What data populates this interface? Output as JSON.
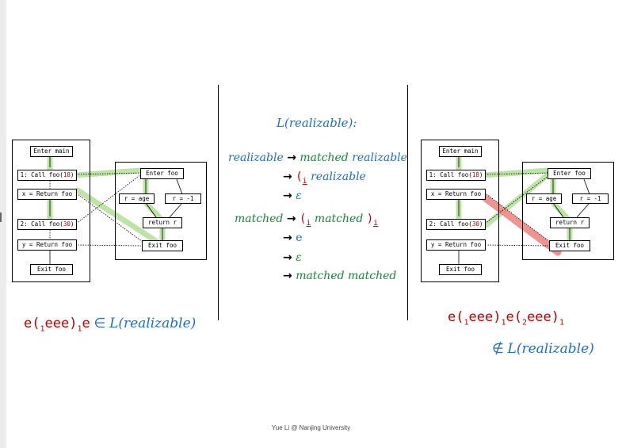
{
  "left_graph": {
    "enter_main": "Enter main",
    "call1_prefix": "1: Call foo(",
    "call1_arg": "18",
    "call1_suffix": ")",
    "ret1": "x = Return foo",
    "call2_prefix": "2: Call foo(",
    "call2_arg": "30",
    "call2_suffix": ")",
    "ret2": "y = Return foo",
    "exit_main": "Exit foo",
    "enter_foo": "Enter foo",
    "r_age": "r = age",
    "r_neg": "r = -1",
    "return_r": "return r",
    "exit_foo": "Exit foo"
  },
  "right_graph": {
    "enter_main": "Enter main",
    "call1_prefix": "1: Call foo(",
    "call1_arg": "18",
    "call1_suffix": ")",
    "ret1": "x = Return foo",
    "call2_prefix": "2: Call foo(",
    "call2_arg": "30",
    "call2_suffix": ")",
    "ret2": "y = Return foo",
    "exit_main": "Exit foo",
    "enter_foo": "Enter foo",
    "r_age": "r = age",
    "r_neg": "r = -1",
    "return_r": "return r",
    "exit_foo": "Exit foo"
  },
  "grammar": {
    "title": "L(realizable):",
    "arrow": "→",
    "rule1_lhs": "realizable",
    "rule1_matched": "matched",
    "rule1_realizable": "realizable",
    "rule2_paren": "(",
    "rule2_sub": "i",
    "rule2_realizable": "realizable",
    "rule3_eps": "ε",
    "rule4_lhs": "matched",
    "rule4_open": "(",
    "rule4_sub1": "i",
    "rule4_matched": "matched",
    "rule4_close": ")",
    "rule4_sub2": "i",
    "rule5_e": "e",
    "rule6_eps": "ε",
    "rule7_text": "matched matched"
  },
  "left_expr": {
    "e1": "e",
    "open": "(",
    "sub1": "1",
    "mid": "eee",
    "close": ")",
    "sub2": "1",
    "e2": "e",
    "member": "∈",
    "lang": "L(realizable)"
  },
  "right_expr": {
    "e1": "e",
    "open1": "(",
    "sub1": "1",
    "mid1": "eee",
    "close1": ")",
    "sub2": "1",
    "e2": "e",
    "open2": "(",
    "sub3": "2",
    "mid2": "eee",
    "close2": ")",
    "sub4": "1",
    "notmember": "∉",
    "lang": "L(realizable)"
  },
  "footer": "Yue Li @ Nanjing University",
  "colors": {
    "green_path": "#a8d98a",
    "red_path": "#f08080",
    "call_arg": "#c00000",
    "lang_blue": "#1f6fbf",
    "matched_green": "#138a3a"
  }
}
